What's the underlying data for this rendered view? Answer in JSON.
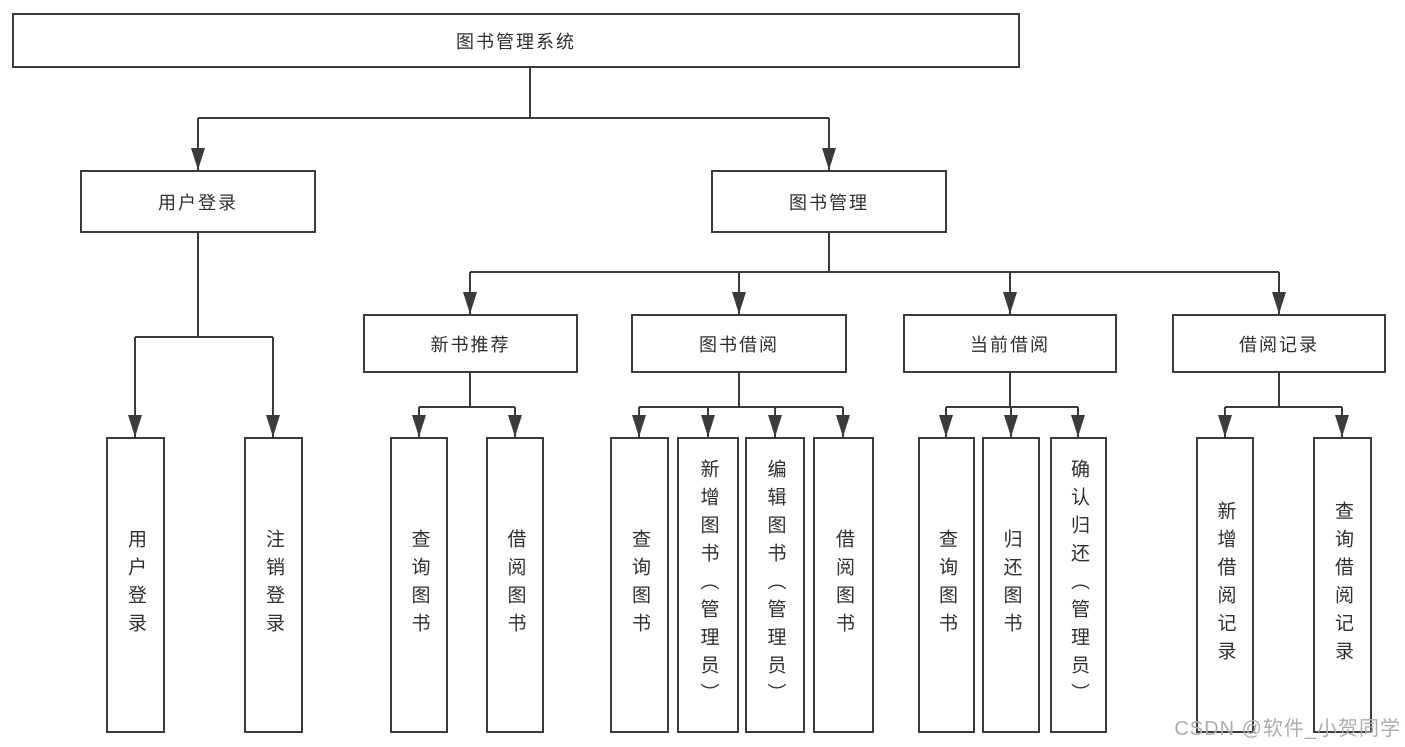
{
  "diagram": {
    "root": {
      "label": "图书管理系统"
    },
    "level2": {
      "user_login": {
        "label": "用户登录"
      },
      "book_mgmt": {
        "label": "图书管理"
      }
    },
    "level3": {
      "new_book_rec": {
        "label": "新书推荐"
      },
      "book_borrow": {
        "label": "图书借阅"
      },
      "current_borrow": {
        "label": "当前借阅"
      },
      "borrow_record": {
        "label": "借阅记录"
      }
    },
    "leaves": {
      "user_login": [
        "用户登录",
        "注销登录"
      ],
      "new_book_rec": [
        "查询图书",
        "借阅图书"
      ],
      "book_borrow": [
        "查询图书",
        "新增图书（管理员）",
        "编辑图书（管理员）",
        "借阅图书"
      ],
      "current_borrow": [
        "查询图书",
        "归还图书",
        "确认归还（管理员）"
      ],
      "borrow_record": [
        "新增借阅记录",
        "查询借阅记录"
      ]
    },
    "colors": {
      "line": "#3b3b3b",
      "box_background": "#ffffff",
      "text": "#2f2f2f",
      "watermark": "#a9aeb3"
    },
    "watermark": "CSDN @软件_小贺同学"
  }
}
